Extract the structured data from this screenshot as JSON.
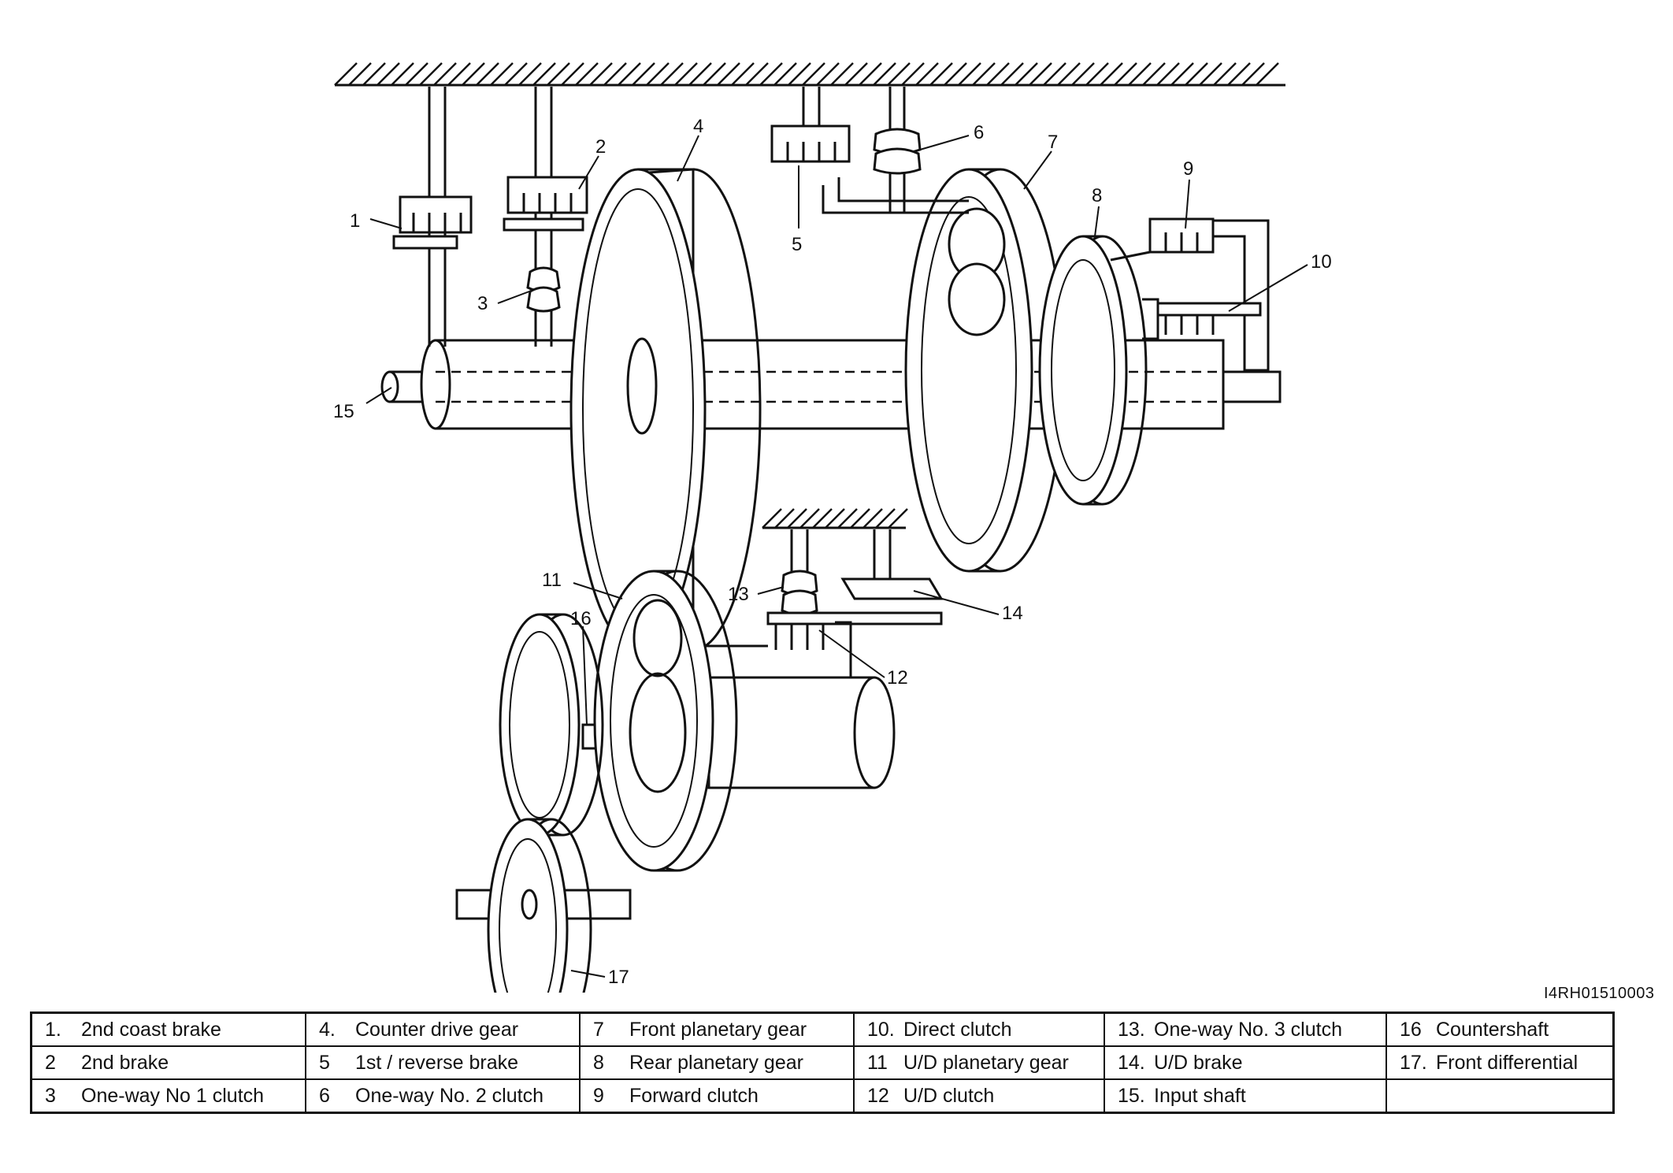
{
  "figure_code": "I4RH01510003",
  "callouts": [
    "1",
    "2",
    "3",
    "4",
    "5",
    "6",
    "7",
    "8",
    "9",
    "10",
    "11",
    "12",
    "13",
    "14",
    "15",
    "16",
    "17"
  ],
  "legend": [
    [
      {
        "num": "1.",
        "label": "2nd coast brake"
      },
      {
        "num": "4.",
        "label": "Counter drive gear"
      },
      {
        "num": "7",
        "label": "Front planetary gear"
      },
      {
        "num": "10.",
        "label": "Direct clutch"
      },
      {
        "num": "13.",
        "label": "One-way No. 3 clutch"
      },
      {
        "num": "16",
        "label": "Countershaft"
      }
    ],
    [
      {
        "num": "2",
        "label": "2nd brake"
      },
      {
        "num": "5",
        "label": "1st / reverse brake"
      },
      {
        "num": "8",
        "label": "Rear planetary gear"
      },
      {
        "num": "11",
        "label": "U/D planetary gear"
      },
      {
        "num": "14.",
        "label": "U/D brake"
      },
      {
        "num": "17.",
        "label": "Front differential"
      }
    ],
    [
      {
        "num": "3",
        "label": "One-way No  1 clutch"
      },
      {
        "num": "6",
        "label": "One-way No. 2 clutch"
      },
      {
        "num": "9",
        "label": "Forward clutch"
      },
      {
        "num": "12",
        "label": "U/D clutch"
      },
      {
        "num": "15.",
        "label": "Input shaft"
      },
      {
        "num": "",
        "label": ""
      }
    ]
  ]
}
